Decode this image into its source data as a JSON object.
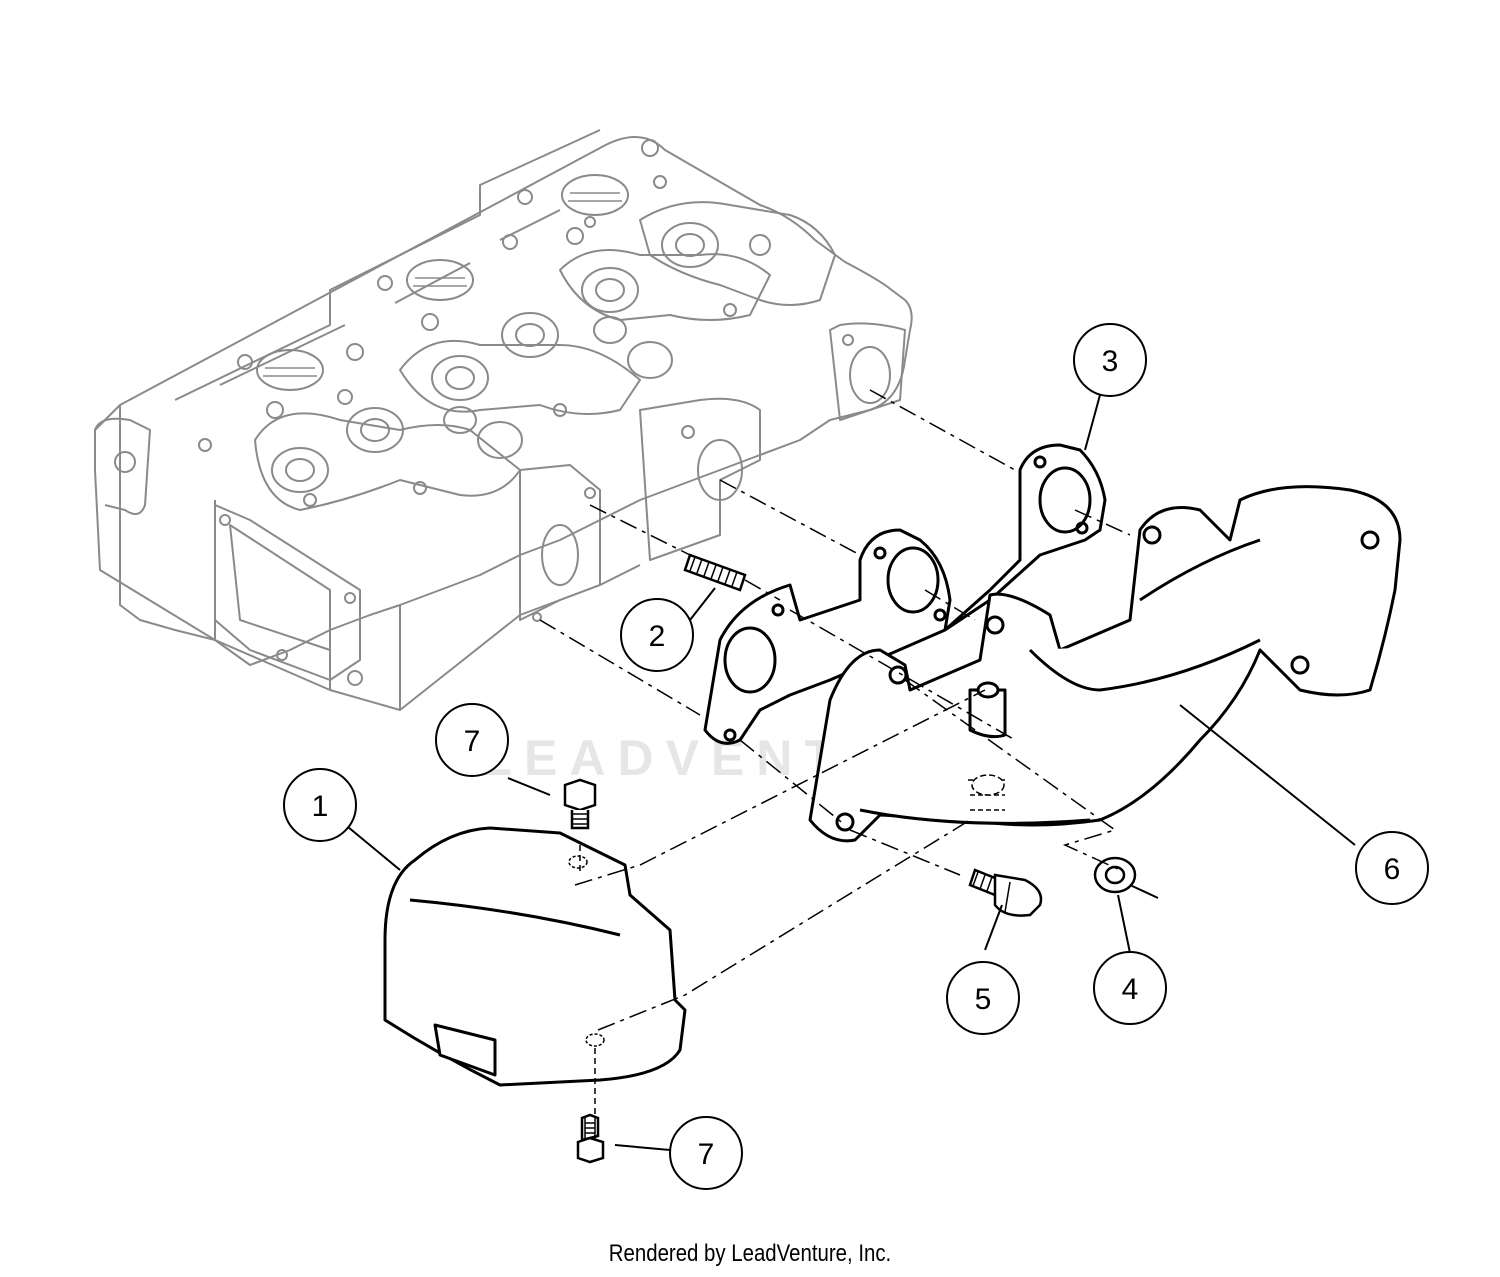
{
  "callouts": [
    {
      "label": "1"
    },
    {
      "label": "2"
    },
    {
      "label": "3"
    },
    {
      "label": "4"
    },
    {
      "label": "5"
    },
    {
      "label": "6"
    },
    {
      "label": "7"
    },
    {
      "label": "7"
    }
  ],
  "watermark": "LEADVENTURE",
  "footer": "Rendered by LeadVenture, Inc."
}
